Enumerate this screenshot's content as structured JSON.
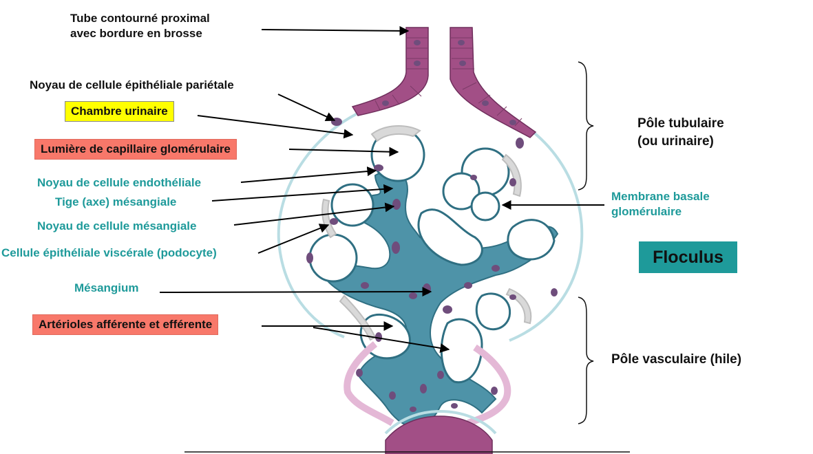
{
  "labels": {
    "tube_line1": "Tube contourné  proximal",
    "tube_line2": "avec bordure en brosse",
    "noyau_parietale": "Noyau de cellule épithéliale pariétale",
    "chambre_urinaire": "Chambre urinaire",
    "lumiere_capillaire": "Lumière de capillaire glomérulaire",
    "noyau_endotheliale": "Noyau de cellule endothéliale",
    "tige_mesangiale": "Tige (axe)  mésangiale",
    "noyau_mesangiale": "Noyau de cellule mésangiale",
    "podocyte": "Cellule épithéliale viscérale (podocyte)",
    "mesangium": "Mésangium",
    "arterioles": "Artérioles afférente et efférente",
    "pole_tubulaire_line1": "Pôle tubulaire",
    "pole_tubulaire_line2": "(ou urinaire)",
    "membrane_line1": "Membrane basale",
    "membrane_line2": "glomérulaire",
    "floculus": "Floculus",
    "pole_vasculaire": "Pôle vasculaire (hile)"
  },
  "colors": {
    "teal_text": "#1e9a9a",
    "highlight_yellow": "#ffff00",
    "highlight_red": "#f8786a",
    "mesangium_fill": "#4e93a8",
    "capsule_stroke": "#b9dde3",
    "tubule_fill": "#a24f86",
    "nucleus_fill": "#6f4d7c",
    "arteriole_pink": "#e4b8d6"
  }
}
